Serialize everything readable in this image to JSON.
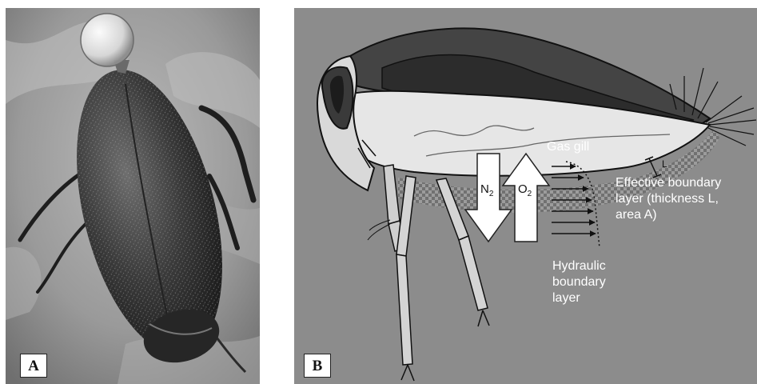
{
  "figure": {
    "panel_a": {
      "letter": "A"
    },
    "panel_b": {
      "letter": "B",
      "labels": {
        "gas_gill": "Gas gill",
        "effective_boundary_line1": "Effective boundary",
        "effective_boundary_line2": "layer (thickness L,",
        "effective_boundary_line3": "area A)",
        "hydraulic_line1": "Hydraulic",
        "hydraulic_line2": "boundary",
        "hydraulic_line3": "layer",
        "thickness_marker": "L",
        "n2_arrow": "N",
        "n2_subscript": "2",
        "o2_arrow": "O",
        "o2_subscript": "2"
      }
    }
  }
}
